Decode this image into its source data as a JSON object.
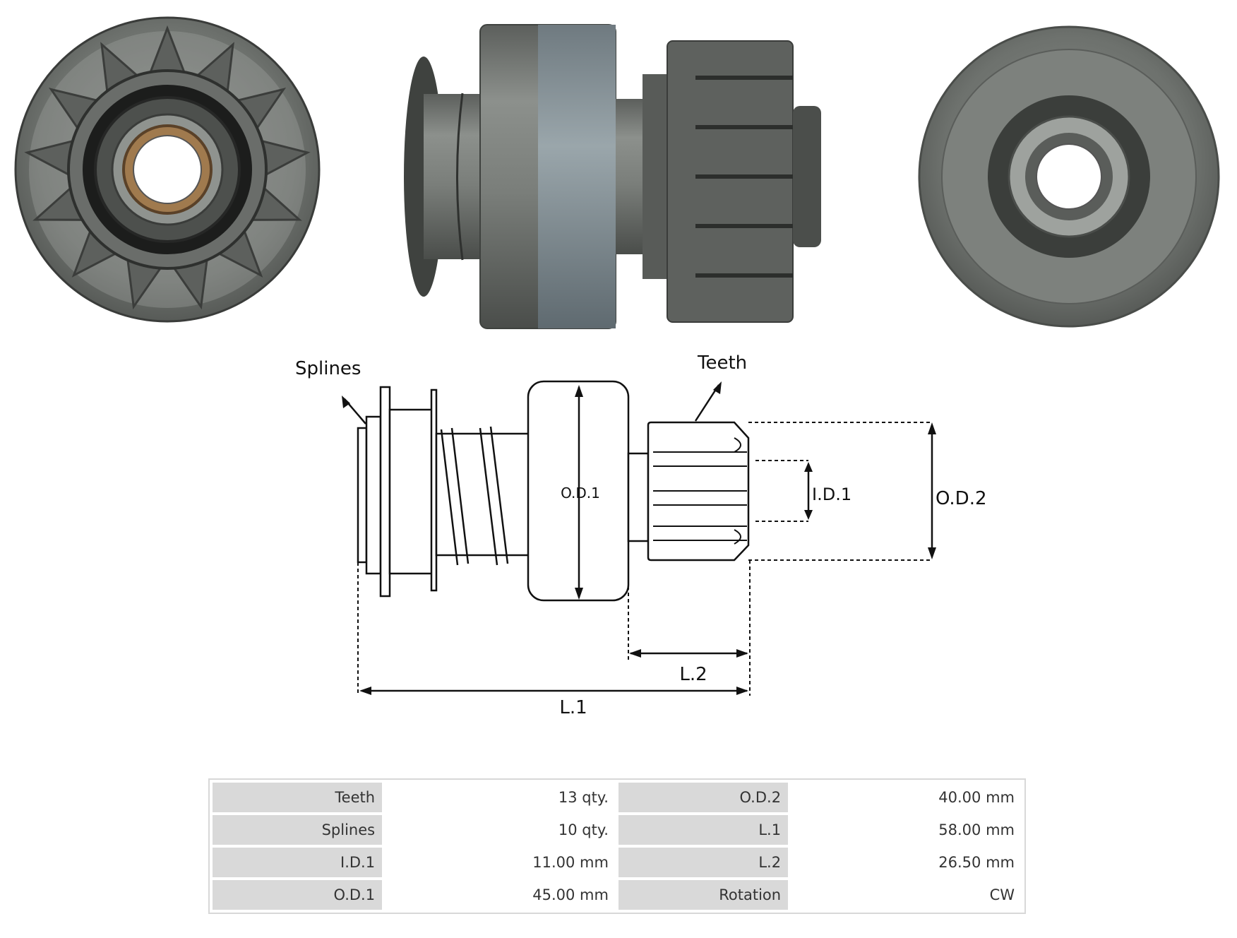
{
  "diagram": {
    "labels": {
      "splines": "Splines",
      "teeth": "Teeth",
      "od1": "O.D.1",
      "od2": "O.D.2",
      "id1": "I.D.1",
      "l1": "L.1",
      "l2": "L.2"
    }
  },
  "specs": {
    "rows": [
      {
        "label_a": "Teeth",
        "value_a": "13 qty.",
        "label_b": "O.D.2",
        "value_b": "40.00 mm"
      },
      {
        "label_a": "Splines",
        "value_a": "10 qty.",
        "label_b": "L.1",
        "value_b": "58.00 mm"
      },
      {
        "label_a": "I.D.1",
        "value_a": "11.00 mm",
        "label_b": "L.2",
        "value_b": "26.50 mm"
      },
      {
        "label_a": "O.D.1",
        "value_a": "45.00 mm",
        "label_b": "Rotation",
        "value_b": "CW"
      }
    ]
  }
}
